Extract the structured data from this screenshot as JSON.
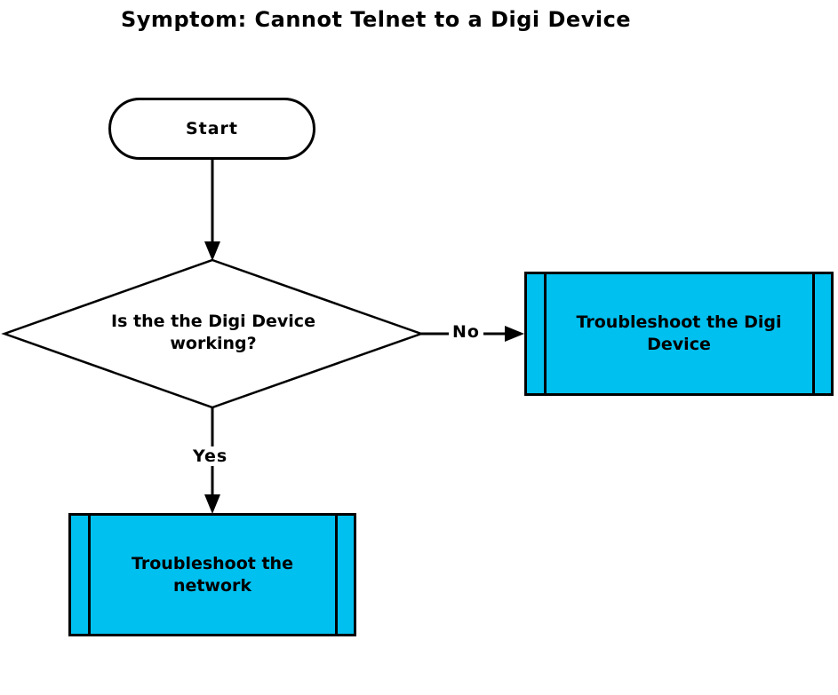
{
  "title": "Symptom: Cannot Telnet to a Digi Device",
  "colors": {
    "process_fill": "#00C0F0",
    "line_color": "#000000",
    "background": "#FFFFFF"
  },
  "nodes": {
    "start": {
      "type": "terminator",
      "label": "Start"
    },
    "decision": {
      "type": "decision",
      "label": "Is the the Digi Device working?"
    },
    "troubleshoot_digi": {
      "type": "predefined_process",
      "label": "Troubleshoot the Digi Device"
    },
    "troubleshoot_network": {
      "type": "predefined_process",
      "label": "Troubleshoot the network"
    }
  },
  "edges": {
    "start_to_decision": {
      "from": "start",
      "to": "decision",
      "label": ""
    },
    "decision_no": {
      "from": "decision",
      "to": "troubleshoot_digi",
      "label": "No"
    },
    "decision_yes": {
      "from": "decision",
      "to": "troubleshoot_network",
      "label": "Yes"
    }
  }
}
